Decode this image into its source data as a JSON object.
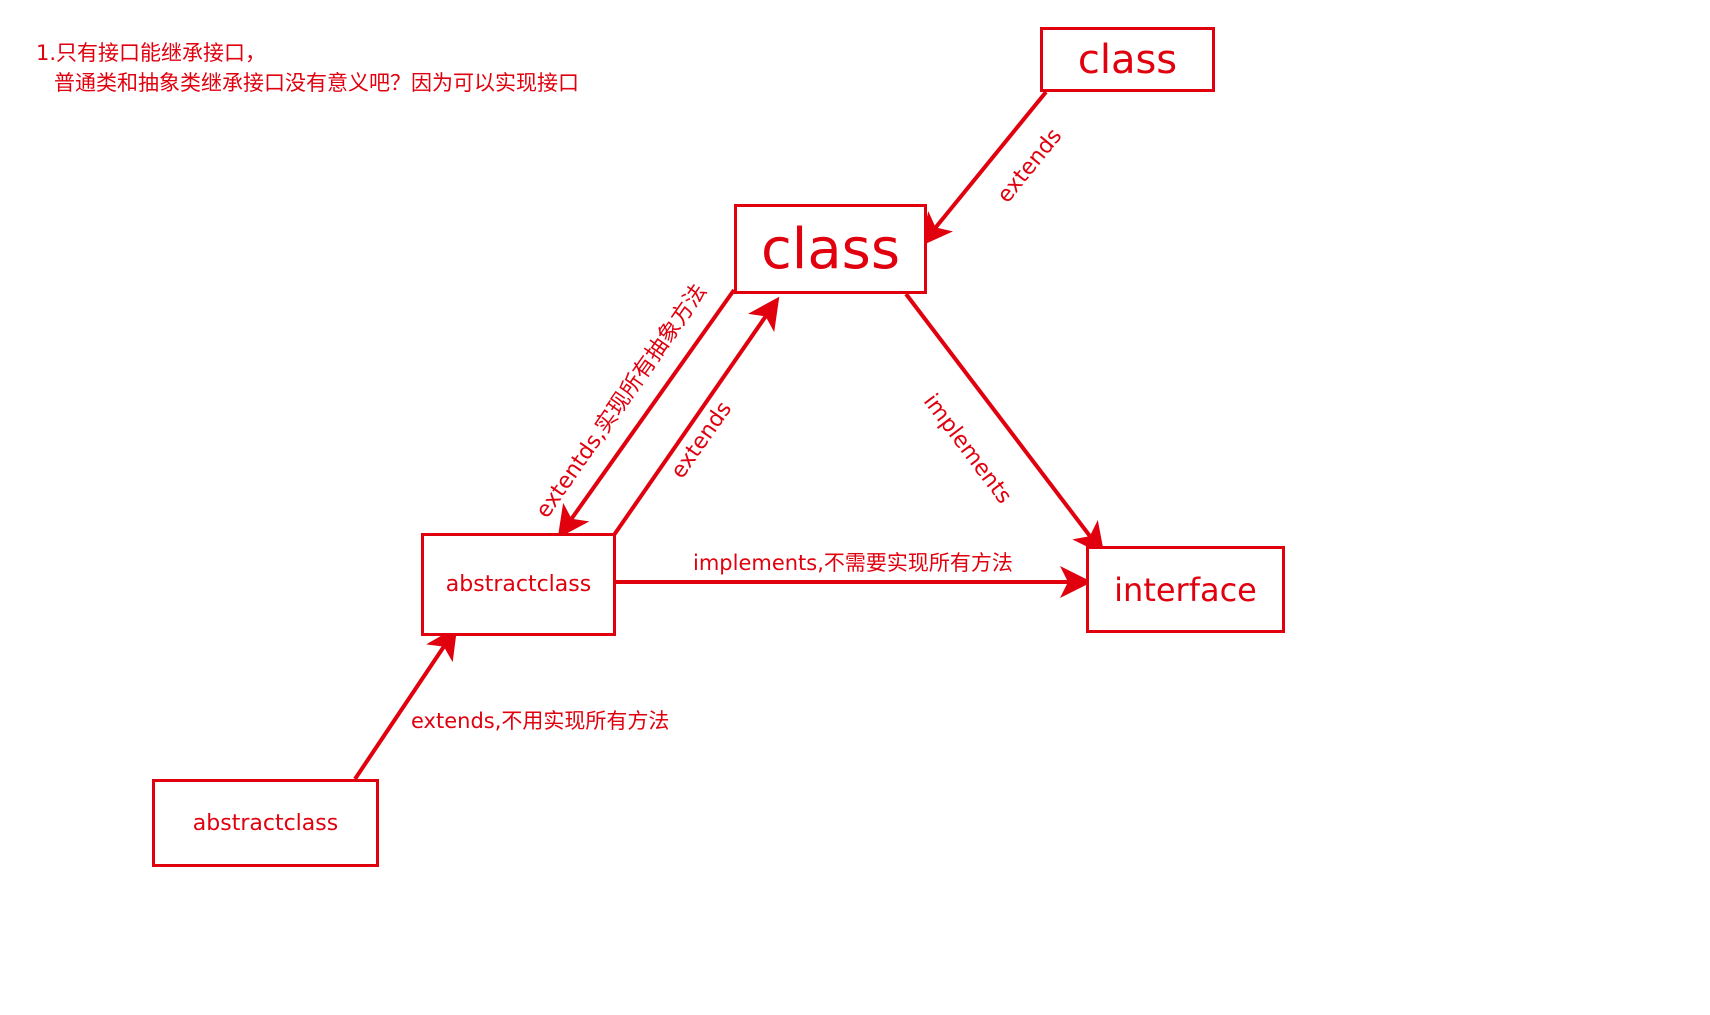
{
  "note": {
    "line1": "1.只有接口能继承接口，",
    "line2": "普通类和抽象类继承接口没有意义吧？因为可以实现接口"
  },
  "boxes": {
    "class_top": "class",
    "class_center": "class",
    "abstract_mid": "abstractclass",
    "interface": "interface",
    "abstract_bottom": "abstractclass"
  },
  "edges": {
    "class_top_to_center": "extends",
    "center_to_abstract": "extentds,实现所有抽象方法",
    "abstract_to_center": "extends",
    "center_to_interface": "implements",
    "abstract_to_interface": "implements,不需要实现所有方法",
    "abstract_bottom_to_mid": "extends,不用实现所有方法"
  },
  "colors": {
    "stroke": "#e0000e",
    "text": "#e0000e",
    "background": "#ffffff"
  }
}
